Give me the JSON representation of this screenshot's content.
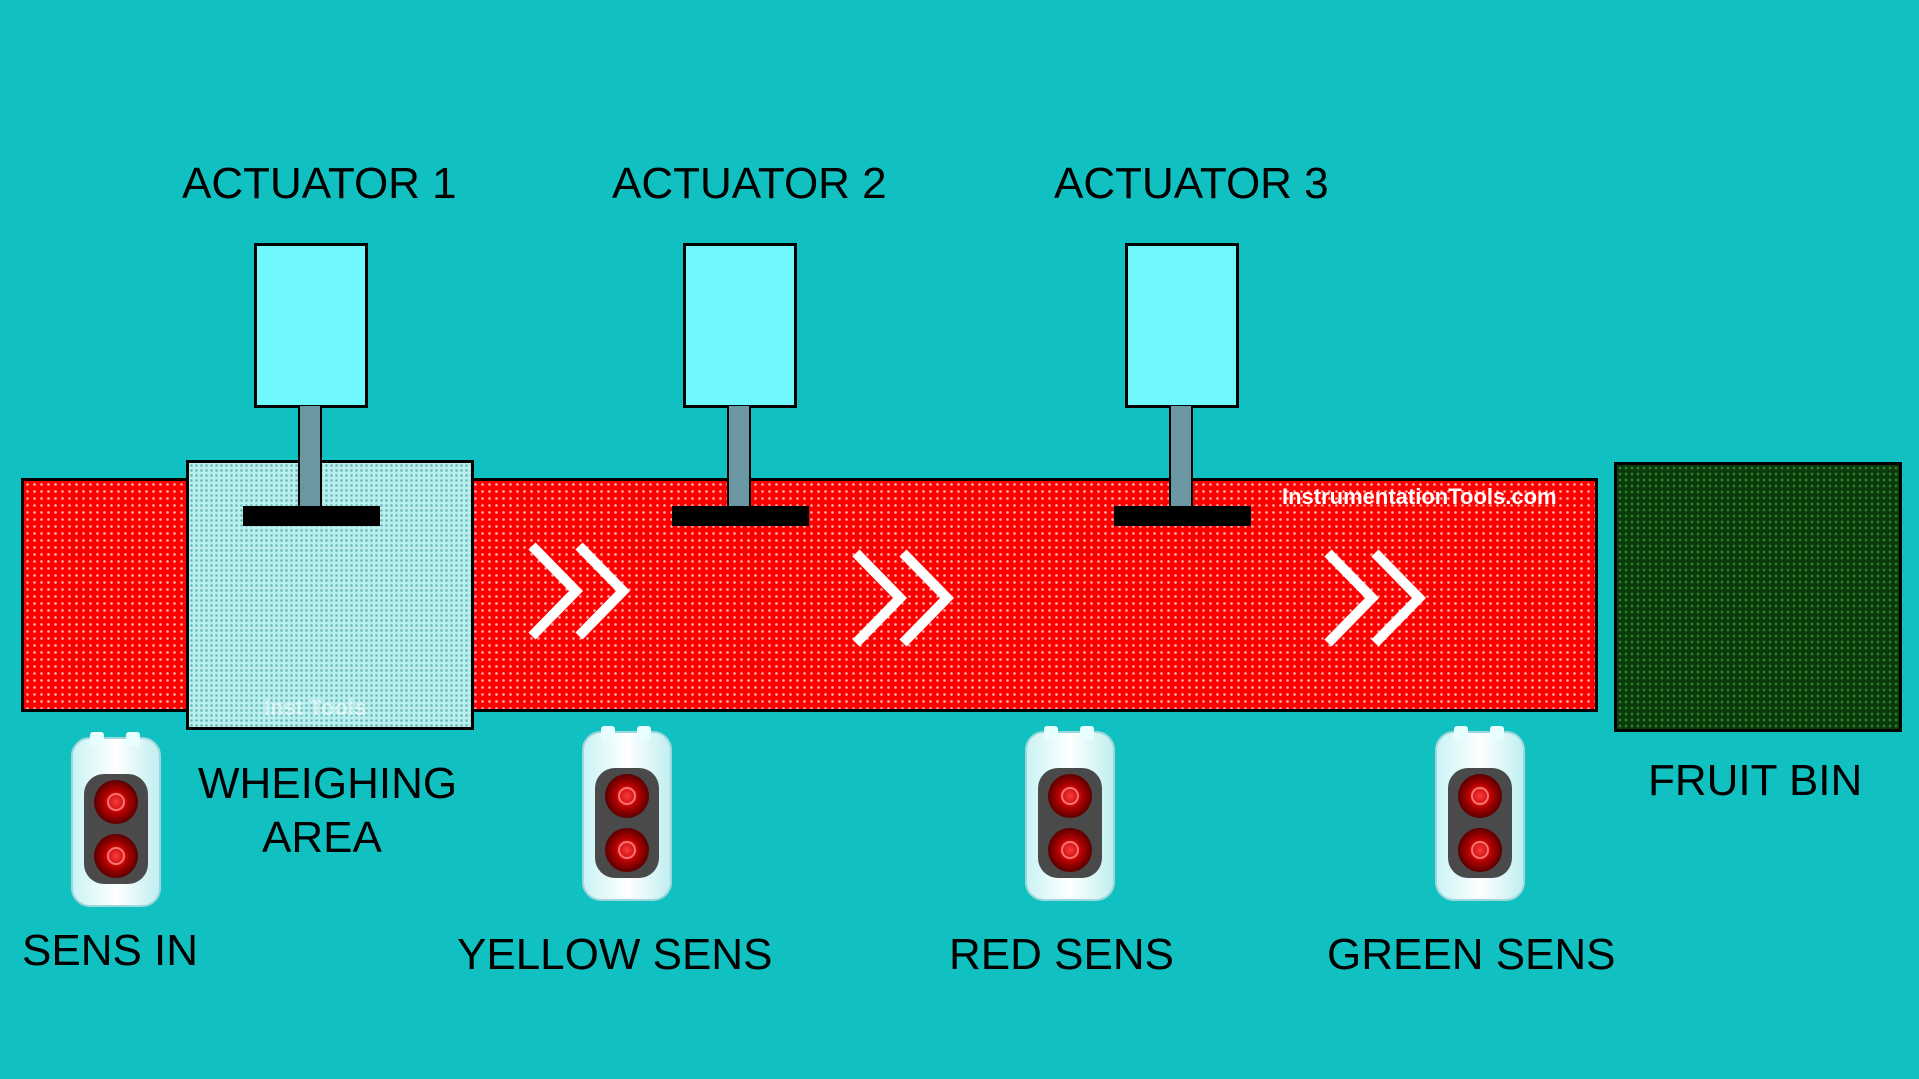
{
  "actuators": [
    {
      "label": "ACTUATOR 1"
    },
    {
      "label": "ACTUATOR 2"
    },
    {
      "label": "ACTUATOR 3"
    }
  ],
  "weighing_area": {
    "line1": "WHEIGHING",
    "line2": "AREA",
    "inner_text": "Inst Tools"
  },
  "fruit_bin": {
    "label": "FRUIT BIN"
  },
  "sensors": [
    {
      "label": "SENS IN"
    },
    {
      "label": "YELLOW SENS"
    },
    {
      "label": "RED SENS"
    },
    {
      "label": "GREEN SENS"
    }
  ],
  "watermark": "InstrumentationTools.com",
  "colors": {
    "background": "#11c1c1",
    "conveyor": "#ff0000",
    "actuator": "#6ef8fb",
    "weighing_area": "#b9f0ee",
    "fruit_bin": "#0b3a0b",
    "arrow": "#ffffff"
  },
  "icons": [
    "actuator-icon",
    "chevron-right-icon",
    "photoelectric-sensor-icon"
  ]
}
